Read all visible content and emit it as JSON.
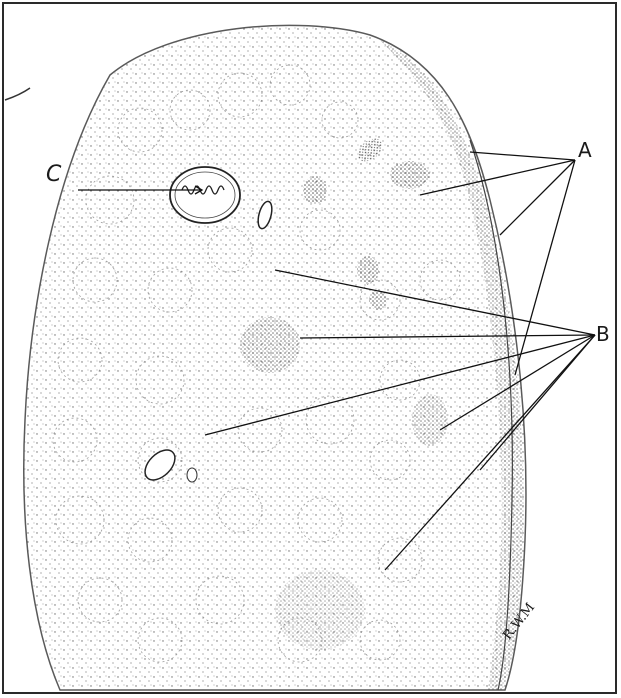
{
  "labels": {
    "a": "A",
    "b": "B",
    "c": "C"
  },
  "signature": "R.W.M",
  "colors": {
    "ink": "#1a1a1a",
    "paper": "#ffffff",
    "stipple": "#6a6a6a"
  }
}
